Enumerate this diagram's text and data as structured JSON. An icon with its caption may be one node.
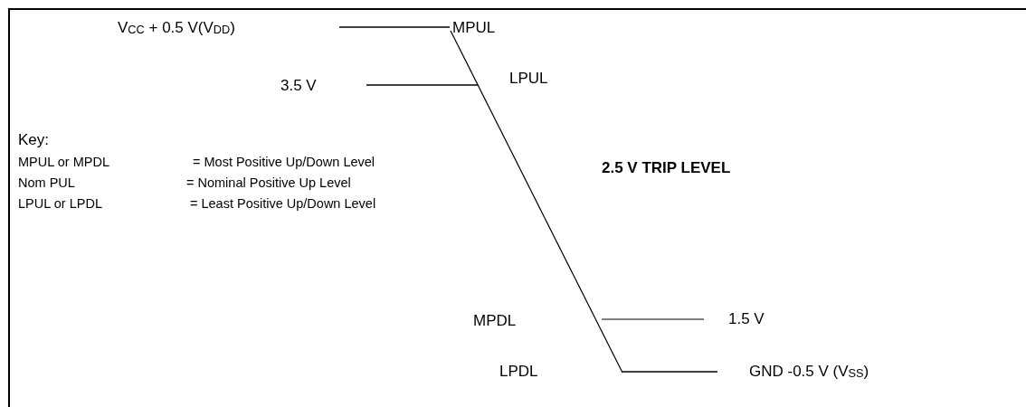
{
  "diagram": {
    "labels": [
      "V$_{CC}$ + 0.5 V(V$_{DD}$)",
      "MPUL",
      "3.5 V",
      "LPUL",
      "Key:",
      "MPUL or MPDL",
      "= Most Positive Up/Down Level",
      "Nom PUL",
      "= Nominal Positive Up Level",
      "LPUL or LPDL",
      "= Least Positive Up/Down Level",
      "2.5 V TRIP LEVEL",
      "MPDL",
      "1.5  V",
      "LPDL",
      "GND -0.5 V (V$_{SS}$)"
    ]
  }
}
